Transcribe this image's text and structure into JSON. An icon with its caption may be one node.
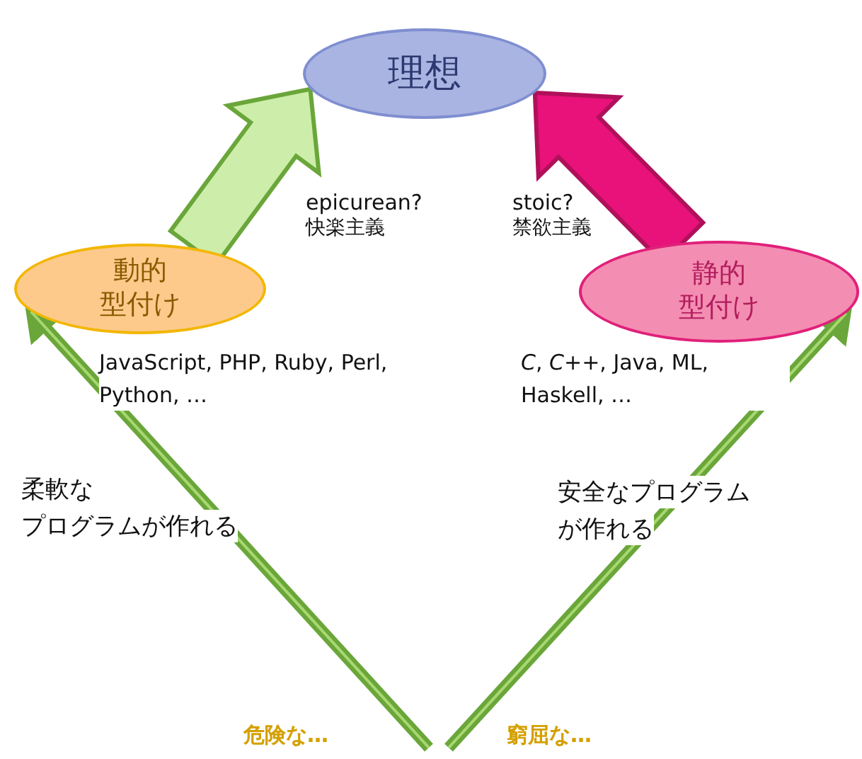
{
  "diagram": {
    "nodes": [
      {
        "text": [
          "理想"
        ]
      },
      {
        "text": [
          "動的",
          "型付け"
        ],
        "beside": [
          "JavaScript, PHP, Ruby, Perl, Python, …"
        ]
      },
      {
        "text": [
          "静的",
          "型付け"
        ],
        "beside": [
          "*C*, *C++*, Java, ML, Haskell, …"
        ]
      }
    ],
    "edges": [
      {
        "from": 1,
        "to": 0,
        "arrow": "to",
        "style": "thick"
      },
      {
        "from": 2,
        "to": 0,
        "arrow": "to",
        "style": "thick",
        "color": "#e0197a"
      },
      {
        "from": null,
        "to": 1,
        "arrow": "to"
      },
      {
        "from": null,
        "to": 2,
        "arrow": "to"
      }
    ],
    "labels": [
      "epicurean?",
      "快楽主義",
      "stoic?",
      "禁欲主義",
      "柔軟な",
      "プログラムが作れる",
      "安全なプログラム",
      "が作れる",
      "危険な…",
      "窮屈な…"
    ]
  }
}
